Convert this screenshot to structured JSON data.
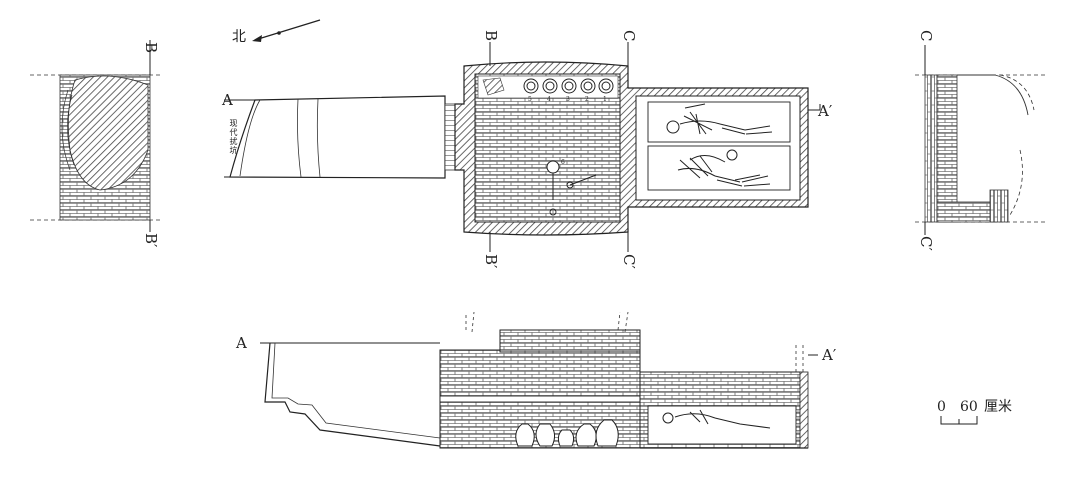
{
  "compass": {
    "label": "北"
  },
  "section_marks": {
    "a_left": "A",
    "a_right": "A′",
    "a_profile_left": "A",
    "a_profile_right": "A′",
    "b_top": "B",
    "b_bottom": "B′",
    "c_top": "C",
    "c_bottom": "C′",
    "b_section_top": "B",
    "b_section_bottom": "B′",
    "c_section_top": "C",
    "c_section_bottom": "C′"
  },
  "annotations": {
    "modern_pit": "现代扰坑",
    "vessel_numbers": [
      "5",
      "4",
      "3",
      "2",
      "1"
    ],
    "small_number": "6"
  },
  "scale_bar": {
    "start": "0",
    "end": "60",
    "unit": "厘米"
  }
}
